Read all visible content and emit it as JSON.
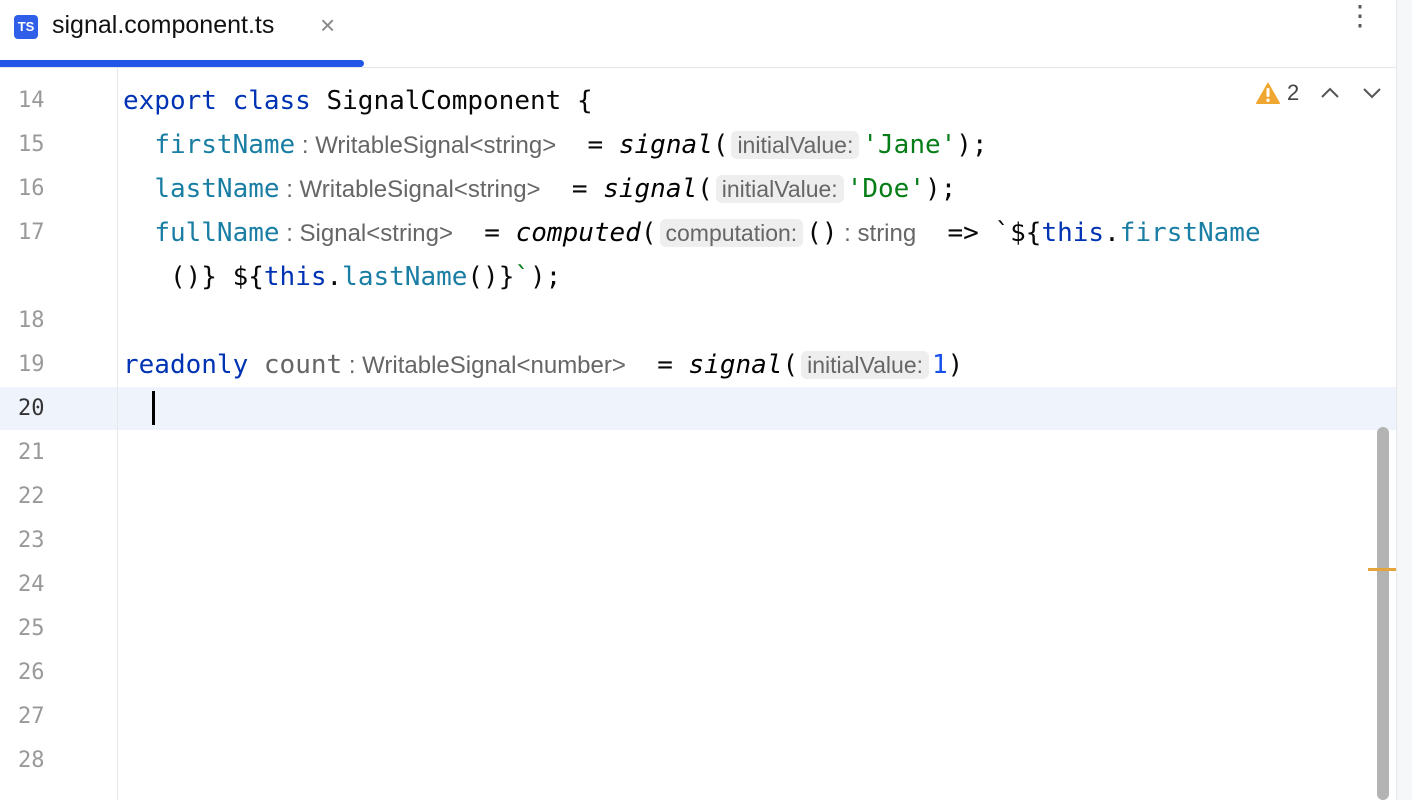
{
  "tab": {
    "icon": "TS",
    "title": "signal.component.ts",
    "close": "×"
  },
  "menu_icon": "⋮",
  "inspections": {
    "warning_count": "2",
    "warning_color": "#f0a732",
    "prev": "⌃",
    "next": "⌄"
  },
  "line_numbers": [
    "14",
    "15",
    "16",
    "17",
    "18",
    "19",
    "20",
    "21",
    "22",
    "23",
    "24",
    "25",
    "26",
    "27",
    "28"
  ],
  "current_line": "20",
  "code_lines": [
    [
      [
        "kw",
        "export class "
      ],
      [
        "",
        "SignalComponent {"
      ]
    ],
    [
      [
        "",
        "  "
      ],
      [
        "fld",
        "firstName"
      ],
      [
        "hint",
        " : WritableSignal<string>"
      ],
      [
        "",
        "  = "
      ],
      [
        "fn",
        "signal"
      ],
      [
        "",
        "("
      ],
      [
        "hintbox",
        "initialValue:"
      ],
      [
        "str",
        "'Jane'"
      ],
      [
        "",
        ");"
      ]
    ],
    [
      [
        "",
        "  "
      ],
      [
        "fld",
        "lastName"
      ],
      [
        "hint",
        " : WritableSignal<string>"
      ],
      [
        "",
        "  = "
      ],
      [
        "fn",
        "signal"
      ],
      [
        "",
        "("
      ],
      [
        "hintbox",
        "initialValue:"
      ],
      [
        "str",
        "'Doe'"
      ],
      [
        "",
        ");"
      ]
    ],
    [
      [
        "",
        "  "
      ],
      [
        "fld",
        "fullName"
      ],
      [
        "hint",
        " : Signal<string>"
      ],
      [
        "",
        "  = "
      ],
      [
        "fn",
        "computed"
      ],
      [
        "",
        "("
      ],
      [
        "hintbox",
        "computation:"
      ],
      [
        "",
        "()"
      ],
      [
        "hint",
        " : string"
      ],
      [
        "",
        "  => `${"
      ],
      [
        "kw",
        "this"
      ],
      [
        "",
        "."
      ],
      [
        "fld",
        "firstName"
      ]
    ],
    [
      [
        "",
        "   ()} ${"
      ],
      [
        "kw",
        "this"
      ],
      [
        "",
        "."
      ],
      [
        "fld",
        "lastName"
      ],
      [
        "",
        "()}"
      ],
      [
        "str",
        "`"
      ],
      [
        "",
        ");"
      ]
    ],
    [],
    [
      [
        "kw",
        "readonly "
      ],
      [
        "gray",
        "count"
      ],
      [
        "hint",
        " : WritableSignal<number>"
      ],
      [
        "",
        "  = "
      ],
      [
        "fn",
        "signal"
      ],
      [
        "",
        "("
      ],
      [
        "hintbox",
        "initialValue:"
      ],
      [
        "num",
        "1"
      ],
      [
        "",
        ")"
      ]
    ]
  ]
}
